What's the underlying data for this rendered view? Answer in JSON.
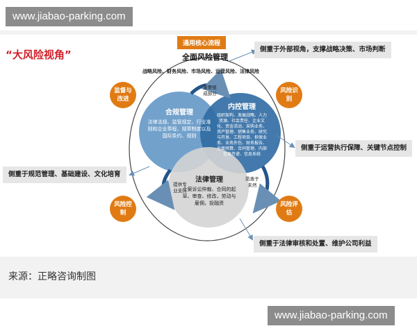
{
  "watermark_top": "www.jiabao-parking.com",
  "watermark_bottom": "www.jiabao-parking.com",
  "diagram": {
    "title": "“大风险视角”",
    "process_label": "通用核心流程",
    "center_title": "全面风险管理",
    "risk_types": "战略风险、财务风险、市场风险、运营风险、法律风险",
    "compliance": {
      "title": "合规管理",
      "text": "法律法规、监管规定、行业准则和企业章程、规章制度以及国际条约、规则"
    },
    "internal_control": {
      "title": "内控管理",
      "text": "组织架构、发展战略、人力资源、社会责任、企业文化、资金活动、采购业务、资产管理、销售业务、研究与开发、工程项目、担保业务、业务外包、财务报告、全面预算、合同管理、内部信息传递、信息系统"
    },
    "legal": {
      "title": "法律管理",
      "text": "个案诉讼仲裁、合同的起草、审查、修改，劳动与雇佣，投融资"
    },
    "arrow_top": "重要组成部分",
    "arrow_left": "提供专业支持",
    "arrow_right": "防患于未然",
    "cycle": [
      "监督与改进",
      "风险识别",
      "风险控制",
      "风险评估"
    ],
    "notes": {
      "external": "侧重于外部视角，支撑战略决策、市场判断",
      "operation": "侧重于运营执行保障、关键节点控制",
      "standard": "侧重于规范管理、基础建设、文化培育",
      "legal": "侧重于法律审核和处置、维护公司利益"
    },
    "colors": {
      "orange": "#e07b14",
      "compliance": "#6a9cc8",
      "internal": "#2f6aa3",
      "legal": "#d4d4d4",
      "title_red": "#d0202a"
    }
  },
  "caption": "来源：正略咨询制图"
}
